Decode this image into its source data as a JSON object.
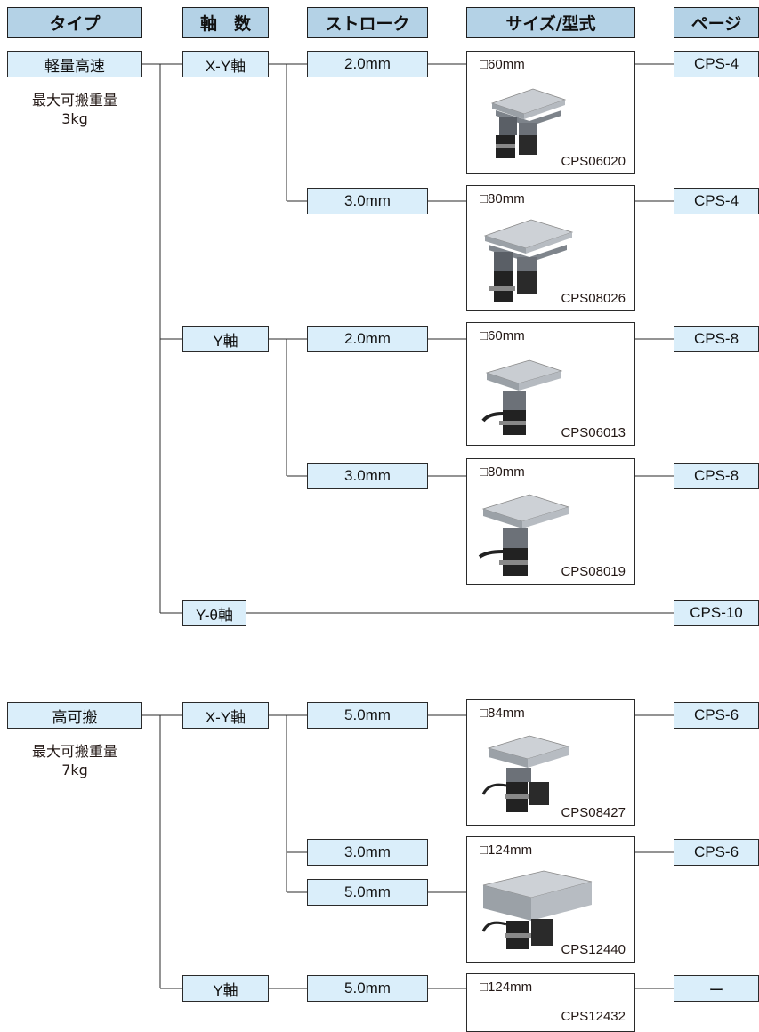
{
  "headers": {
    "type": "タイプ",
    "axes": "軸　数",
    "stroke": "ストローク",
    "size_model": "サイズ/型式",
    "page": "ページ"
  },
  "groups": [
    {
      "type": "軽量高速",
      "capacity_label": "最大可搬重量",
      "capacity_value": "3kg",
      "axes": [
        "X-Y軸",
        "Y軸",
        "Y-θ軸"
      ],
      "strokes": [
        "2.0mm",
        "3.0mm",
        "2.0mm",
        "3.0mm"
      ],
      "products": [
        {
          "size": "□60mm",
          "model": "CPS06020"
        },
        {
          "size": "□80mm",
          "model": "CPS08026"
        },
        {
          "size": "□60mm",
          "model": "CPS06013"
        },
        {
          "size": "□80mm",
          "model": "CPS08019"
        }
      ],
      "pages": [
        "CPS-4",
        "CPS-4",
        "CPS-8",
        "CPS-8",
        "CPS-10"
      ]
    },
    {
      "type": "高可搬",
      "capacity_label": "最大可搬重量",
      "capacity_value": "7kg",
      "axes": [
        "X-Y軸",
        "Y軸"
      ],
      "strokes": [
        "5.0mm",
        "3.0mm",
        "5.0mm",
        "5.0mm"
      ],
      "products": [
        {
          "size": "□84mm",
          "model": "CPS08427"
        },
        {
          "size": "□124mm",
          "model": "CPS12440"
        },
        {
          "size": "□124mm",
          "model": "CPS12432"
        }
      ],
      "pages": [
        "CPS-6",
        "CPS-6",
        "ー"
      ]
    }
  ],
  "colors": {
    "header_fill": "#b4d2e6",
    "cell_fill": "#daeefa",
    "line": "#2a2a2a"
  }
}
